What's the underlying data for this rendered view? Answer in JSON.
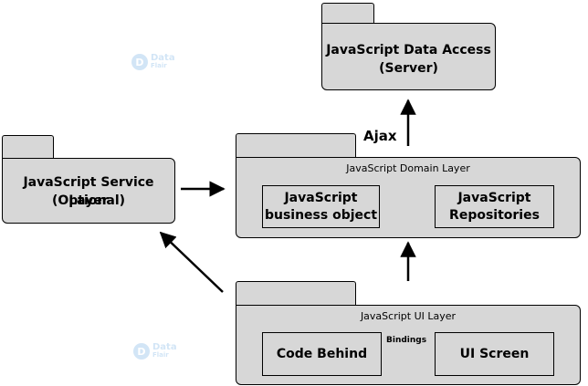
{
  "diagram": {
    "data_access": {
      "line1": "JavaScript Data Access",
      "line2": "(Server)"
    },
    "service_layer": {
      "line1": "JavaScript Service Layer",
      "line2": "(Optional)"
    },
    "domain_layer": {
      "label": "JavaScript Domain Layer",
      "business_object": {
        "line1": "JavaScript",
        "line2": "business object"
      },
      "repositories": {
        "line1": "JavaScript",
        "line2": "Repositories"
      }
    },
    "ui_layer": {
      "label": "JavaScript UI  Layer",
      "code_behind": "Code Behind",
      "ui_screen": "UI Screen"
    },
    "ajax_label": "Ajax",
    "bindings_label": "Bindings"
  },
  "watermark": {
    "logo_letter": "D",
    "word1": "Data",
    "word2": "Flair"
  }
}
